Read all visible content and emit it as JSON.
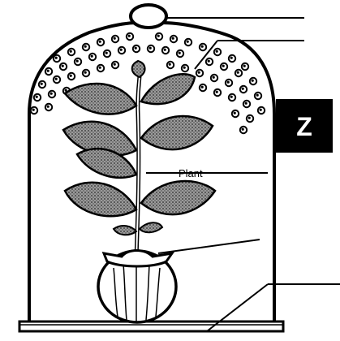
{
  "figure": {
    "plant_label": "Plant",
    "badge_letter": "Z",
    "colors": {
      "ink": "#000000",
      "paper": "#ffffff",
      "leaf_fill": "#8a8a8a",
      "badge": "#000000"
    },
    "icons": [
      "bell-jar",
      "plant",
      "flower-pot",
      "water-droplets",
      "base-plate"
    ]
  }
}
